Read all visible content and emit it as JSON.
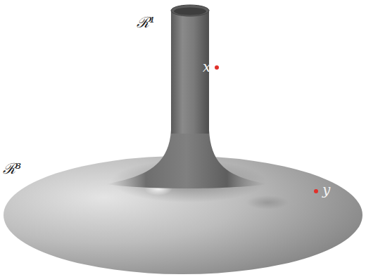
{
  "diagram": {
    "labels": [
      "ℛ¹",
      "x",
      "ℛ³",
      "y"
    ]
  }
}
